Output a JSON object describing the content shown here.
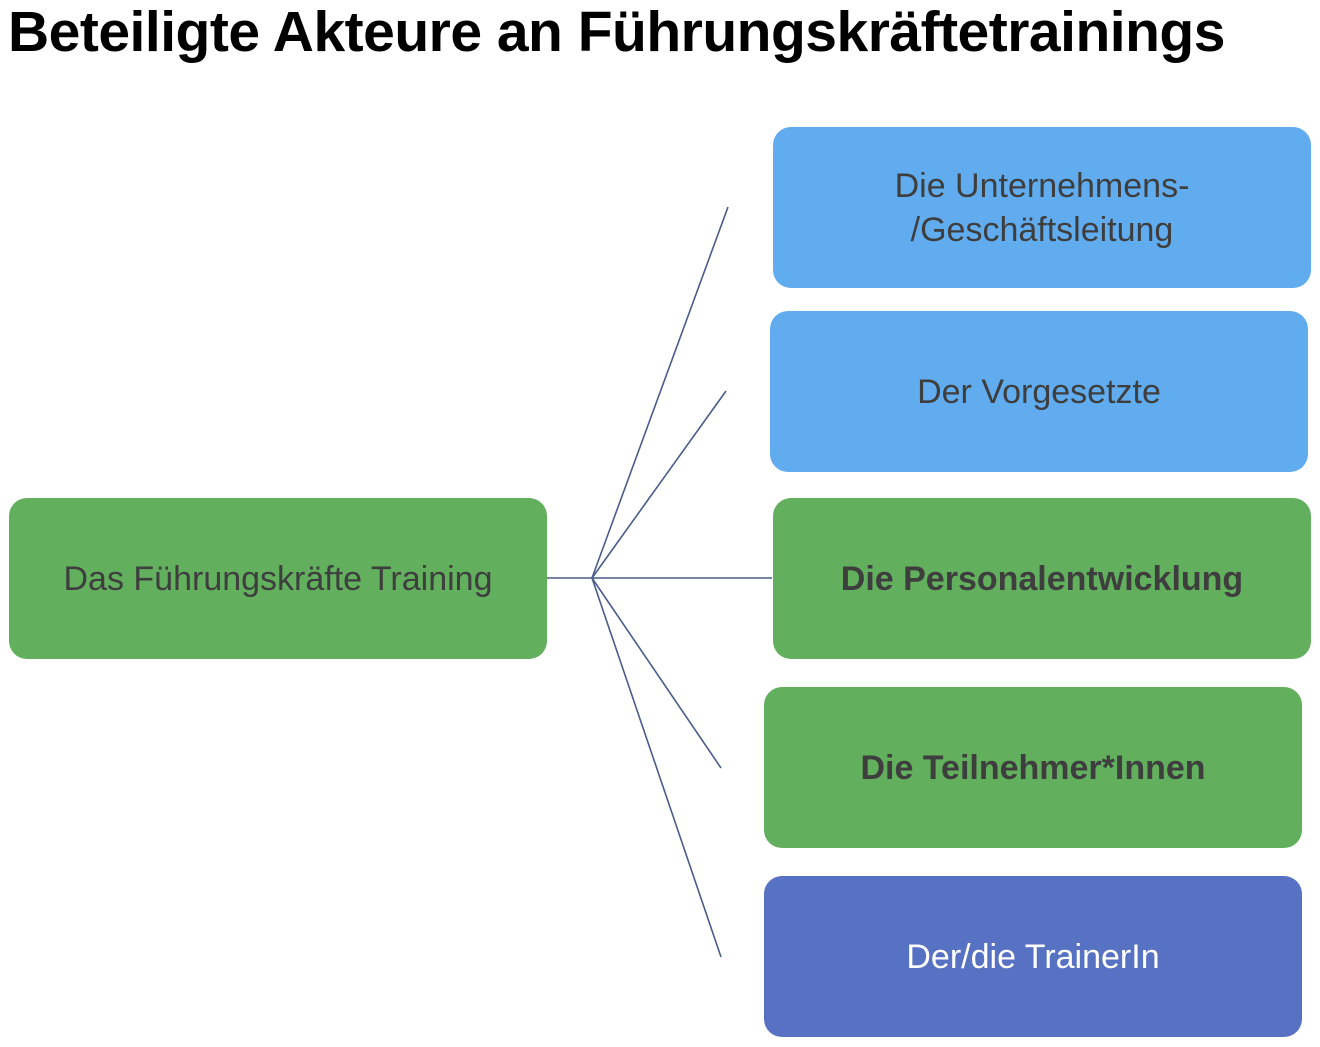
{
  "title": "Beteiligte Akteure an Führungskräftetrainings",
  "diagram": {
    "root": {
      "label": "Das Führungskräfte Training",
      "color": "#62af5e"
    },
    "actors": [
      {
        "label": "Die Unternehmens-\n/Geschäftsleitung",
        "color": "#61acee"
      },
      {
        "label": "Der Vorgesetzte",
        "color": "#61acee"
      },
      {
        "label": "Die Personalentwicklung",
        "color": "#62af5e"
      },
      {
        "label": "Die Teilnehmer*Innen",
        "color": "#62af5e"
      },
      {
        "label": "Der/die TrainerIn",
        "color": "#5772c2"
      }
    ],
    "connector_color": "#4a5c8a"
  }
}
